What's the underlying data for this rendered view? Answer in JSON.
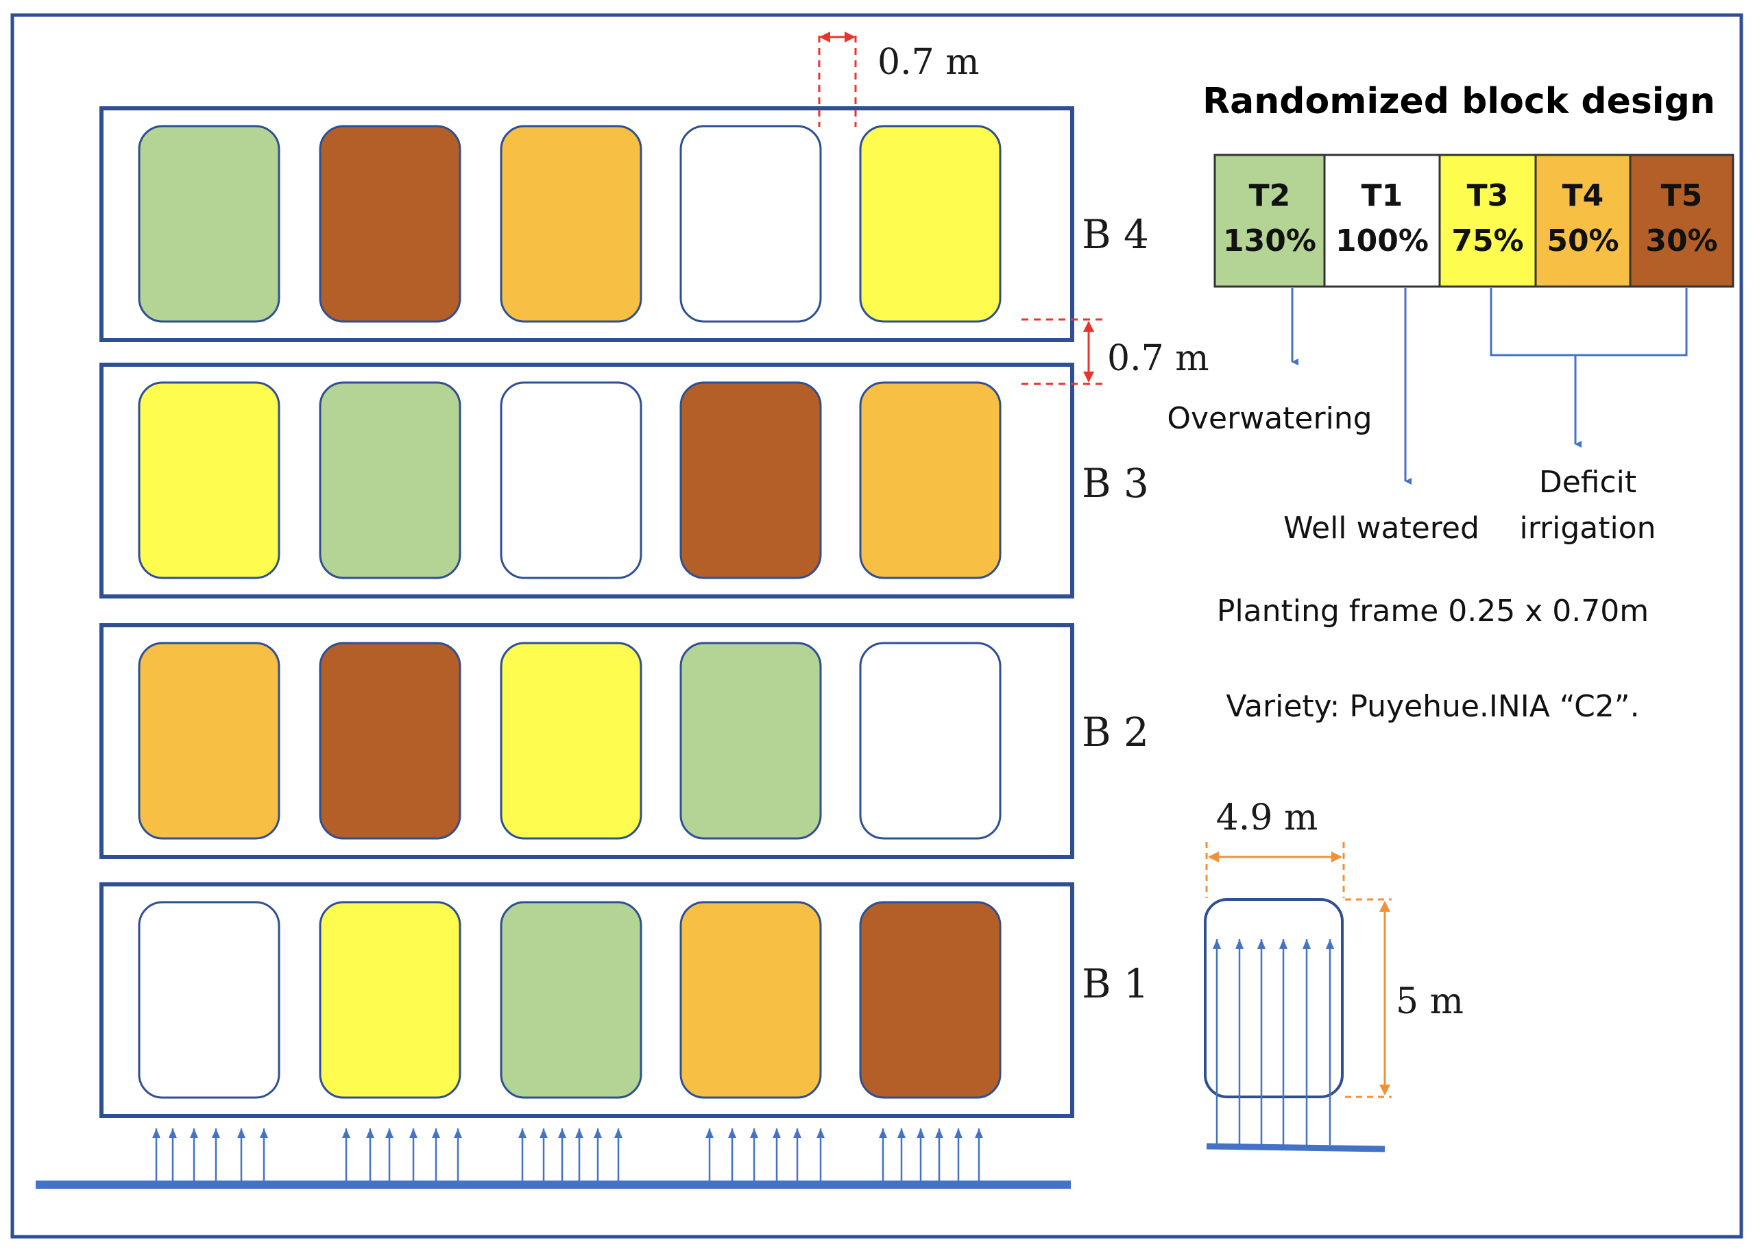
{
  "colors": {
    "frame": "#2f4f93",
    "arrow": "#4472c4",
    "dim_red": "#e8342a",
    "dim_orange": "#f0913a",
    "T1": "#ffffff",
    "T2": "#b3d494",
    "T3": "#fdfc4f",
    "T4": "#f7bf43",
    "T5": "#b45f27"
  },
  "blocks": [
    {
      "label": "B 4",
      "plots": [
        "T2",
        "T5",
        "T4",
        "T1",
        "T3"
      ]
    },
    {
      "label": "B 3",
      "plots": [
        "T3",
        "T2",
        "T1",
        "T5",
        "T4"
      ]
    },
    {
      "label": "B 2",
      "plots": [
        "T4",
        "T5",
        "T3",
        "T2",
        "T1"
      ]
    },
    {
      "label": "B 1",
      "plots": [
        "T1",
        "T3",
        "T2",
        "T4",
        "T5"
      ]
    }
  ],
  "dimensions": {
    "plot_gap": "0.7 m",
    "block_gap": "0.7 m",
    "plot_width": "4.9 m",
    "plot_length": "5 m"
  },
  "legend": {
    "title": "Randomized block design",
    "treatments": [
      {
        "id": "T2",
        "name": "T2",
        "pct": "130%"
      },
      {
        "id": "T1",
        "name": "T1",
        "pct": "100%"
      },
      {
        "id": "T3",
        "name": "T3",
        "pct": "75%"
      },
      {
        "id": "T4",
        "name": "T4",
        "pct": "50%"
      },
      {
        "id": "T5",
        "name": "T5",
        "pct": "30%"
      }
    ],
    "overwatering": "Overwatering",
    "well_watered": "Well watered",
    "deficit_line1": "Deficit",
    "deficit_line2": "irrigation"
  },
  "notes": {
    "planting_frame": "Planting frame 0.25 x 0.70m",
    "variety": "Variety: Puyehue.INIA “C2”."
  }
}
